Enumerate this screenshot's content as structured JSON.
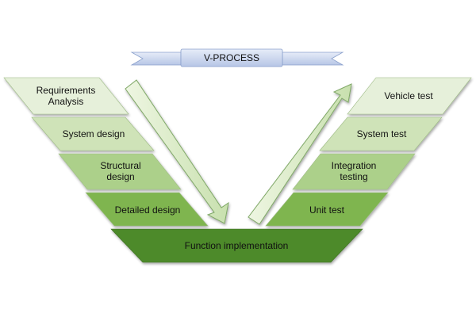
{
  "title": "V-PROCESS",
  "left_stages": [
    {
      "line1": "Requirements",
      "line2": "Analysis",
      "color": "#e6f0da"
    },
    {
      "line1": "System design",
      "line2": "",
      "color": "#cfe3b8"
    },
    {
      "line1": "Structural",
      "line2": "design",
      "color": "#acd08a"
    },
    {
      "line1": "Detailed design",
      "line2": "",
      "color": "#7fb54f"
    }
  ],
  "right_stages": [
    {
      "line1": "Vehicle test",
      "line2": "",
      "color": "#e6f0da"
    },
    {
      "line1": "System test",
      "line2": "",
      "color": "#cfe3b8"
    },
    {
      "line1": "Integration",
      "line2": "testing",
      "color": "#acd08a"
    },
    {
      "line1": "Unit test",
      "line2": "",
      "color": "#7fb54f"
    }
  ],
  "bottom": {
    "label": "Function implementation",
    "color": "#4e8a2c"
  },
  "colors": {
    "arrow_fill": "#dcecc8",
    "arrow_stroke": "#7fa866",
    "ribbon": "#c9d6f0",
    "ribbon_stroke": "#8aa0cc"
  }
}
